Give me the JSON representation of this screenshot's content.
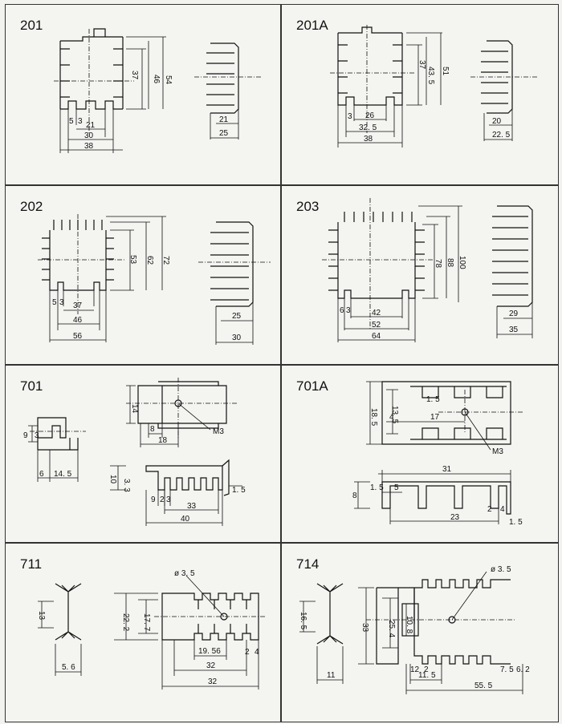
{
  "panels": [
    {
      "title": "201",
      "dims": {
        "a": "5",
        "b": "3",
        "c": "21",
        "d": "30",
        "e": "38",
        "h1": "37",
        "h2": "46",
        "h3": "54",
        "s1": "21",
        "s2": "25"
      }
    },
    {
      "title": "201A",
      "dims": {
        "a": "3",
        "b": "26",
        "c": "32. 5",
        "d": "38",
        "h1": "37",
        "h2": "43. 5",
        "h3": "51",
        "s1": "20",
        "s2": "22. 5"
      }
    },
    {
      "title": "202",
      "dims": {
        "a": "5",
        "b": "3",
        "c": "37",
        "d": "46",
        "e": "56",
        "h1": "53",
        "h2": "62",
        "h3": "72",
        "s1": "25",
        "s2": "30"
      }
    },
    {
      "title": "203",
      "dims": {
        "a": "6",
        "b": "3",
        "c": "42",
        "d": "52",
        "e": "64",
        "h1": "78",
        "h2": "88",
        "h3": "100",
        "s1": "29",
        "s2": "35"
      }
    },
    {
      "title": "701",
      "dims": {
        "h14": "14",
        "w8": "8",
        "w18": "18",
        "m3": "M3",
        "h9": "9",
        "h3": "3",
        "w6": "6",
        "w145": "14. 5",
        "h10": "10",
        "h33": "3. 3",
        "g9": "9",
        "g2": "2",
        "g3": "3",
        "w33": "33",
        "w40": "40",
        "t15": "1. 5"
      }
    },
    {
      "title": "701A",
      "dims": {
        "h185": "18. 5",
        "h135": "13. 5",
        "w4": "4",
        "w17": "17",
        "d15": "1. 5",
        "m3": "M3",
        "w31": "31",
        "h8": "8",
        "h15": "1. 5",
        "w5": "5",
        "w23": "23",
        "w2": "2",
        "w4b": "4",
        "t15": "1. 5"
      }
    },
    {
      "title": "711",
      "dims": {
        "phi": "ø 3. 5",
        "h13": "13",
        "w56": "5. 6",
        "h222": "22. 2",
        "h177": "17. 7",
        "w1956": "19. 56",
        "w2": "2",
        "w4": "4",
        "w32a": "32",
        "w32b": "32"
      }
    },
    {
      "title": "714",
      "dims": {
        "phi": "ø 3. 5",
        "h165": "16. 5",
        "w11": "11",
        "h33": "33",
        "h254": "25. 4",
        "h108": "10. 8",
        "w12": "12",
        "w2": "2",
        "w115": "11. 5",
        "w75": "7. 5",
        "w62": "6. 2",
        "w555": "55. 5"
      }
    }
  ]
}
